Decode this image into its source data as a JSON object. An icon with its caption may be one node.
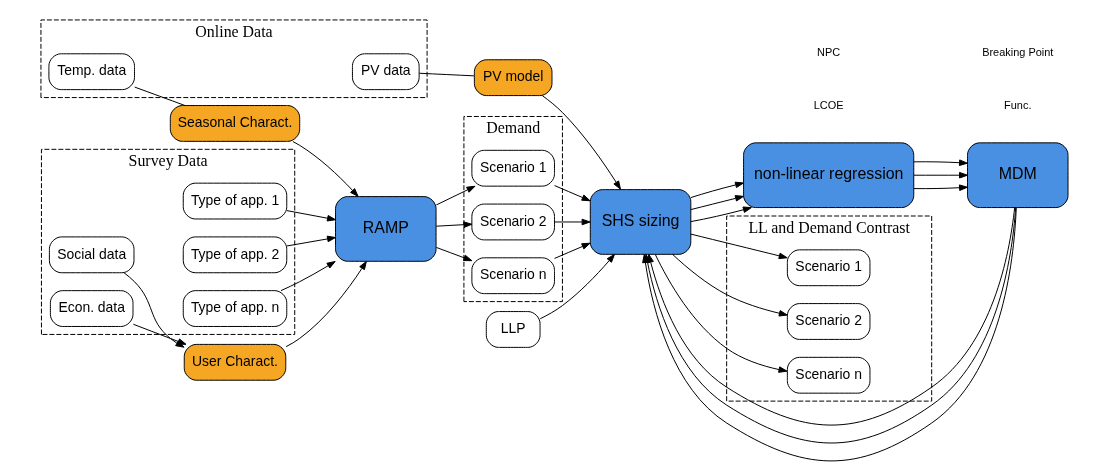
{
  "diagram": {
    "nodes": [
      {
        "text": [
          "Online Data"
        ]
      },
      {
        "text": [
          "Temp. data"
        ],
        "in": 0
      },
      {
        "text": [
          "PV data"
        ],
        "in": 0
      },
      {
        "text": [
          "LLP"
        ]
      },
      {
        "text": [
          "Survey Data"
        ]
      },
      {
        "text": [
          "Social data"
        ],
        "in": 4
      },
      {
        "text": [
          "Econ. data"
        ],
        "in": 4
      },
      {
        "text": [
          "Type of app. 1"
        ],
        "in": 4
      },
      {
        "text": [
          "Type of app. 2"
        ],
        "in": 4
      },
      {
        "text": [
          "Type of app. n"
        ],
        "in": 4
      },
      {
        "text": [
          "User Charact."
        ]
      },
      {
        "text": [
          "RAMP"
        ]
      },
      {
        "text": [
          "Seasonal Charact."
        ]
      },
      {
        "text": [
          "PV model"
        ]
      },
      {
        "text": [
          "Demand"
        ]
      },
      {
        "text": [
          "Scenario 1"
        ],
        "in": 14
      },
      {
        "text": [
          "Scenario 2"
        ],
        "in": 14
      },
      {
        "text": [
          "Scenario n"
        ],
        "in": 14
      },
      {
        "text": [
          "SHS sizing"
        ]
      },
      {
        "text": [
          "non-linear regression"
        ]
      },
      {
        "text": [
          "MDM"
        ]
      },
      {
        "text": [
          "LL and Demand Contrast"
        ]
      },
      {
        "text": [
          "Scenario 1"
        ],
        "in": 21
      },
      {
        "text": [
          "Scenario 2"
        ],
        "in": 21
      },
      {
        "text": [
          "Scenario n"
        ],
        "in": 21
      }
    ],
    "edges": [
      {
        "from": 1,
        "to": 12,
        "arrow": "none"
      },
      {
        "from": 2,
        "to": 13,
        "arrow": "none"
      },
      {
        "from": 3,
        "to": 18,
        "arrow": "to"
      },
      {
        "from": 5,
        "to": 10,
        "arrow": "to"
      },
      {
        "from": 6,
        "to": 10,
        "arrow": "to"
      },
      {
        "from": 7,
        "to": 11,
        "arrow": "to"
      },
      {
        "from": 8,
        "to": 11,
        "arrow": "to"
      },
      {
        "from": 9,
        "to": 11,
        "arrow": "to"
      },
      {
        "from": 10,
        "to": 11,
        "arrow": "to"
      },
      {
        "from": 12,
        "to": 11,
        "arrow": "to"
      },
      {
        "from": 13,
        "to": 18,
        "arrow": "to"
      },
      {
        "from": 11,
        "to": 15,
        "arrow": "to"
      },
      {
        "from": 11,
        "to": 16,
        "arrow": "to"
      },
      {
        "from": 11,
        "to": 17,
        "arrow": "to"
      },
      {
        "from": 15,
        "to": 18,
        "arrow": "to"
      },
      {
        "from": 16,
        "to": 18,
        "arrow": "to"
      },
      {
        "from": 17,
        "to": 18,
        "arrow": "to"
      },
      {
        "from": 18,
        "to": 19,
        "arrow": "to"
      },
      {
        "from": 18,
        "to": 19,
        "arrow": "to"
      },
      {
        "from": 18,
        "to": 19,
        "arrow": "to"
      },
      {
        "from": 19,
        "to": 20,
        "arrow": "to"
      },
      {
        "from": 19,
        "to": 20,
        "arrow": "to"
      },
      {
        "from": 19,
        "to": 20,
        "arrow": "to"
      },
      {
        "from": 20,
        "to": 18,
        "arrow": "to"
      },
      {
        "from": 20,
        "to": 18,
        "arrow": "to"
      },
      {
        "from": 20,
        "to": 18,
        "arrow": "to"
      },
      {
        "from": 18,
        "to": 22,
        "arrow": "to"
      },
      {
        "from": 18,
        "to": 23,
        "arrow": "to"
      },
      {
        "from": 18,
        "to": 24,
        "arrow": "to"
      }
    ],
    "labels": [
      "LCOE",
      "NPC",
      "Func.",
      "Breaking Point"
    ]
  }
}
